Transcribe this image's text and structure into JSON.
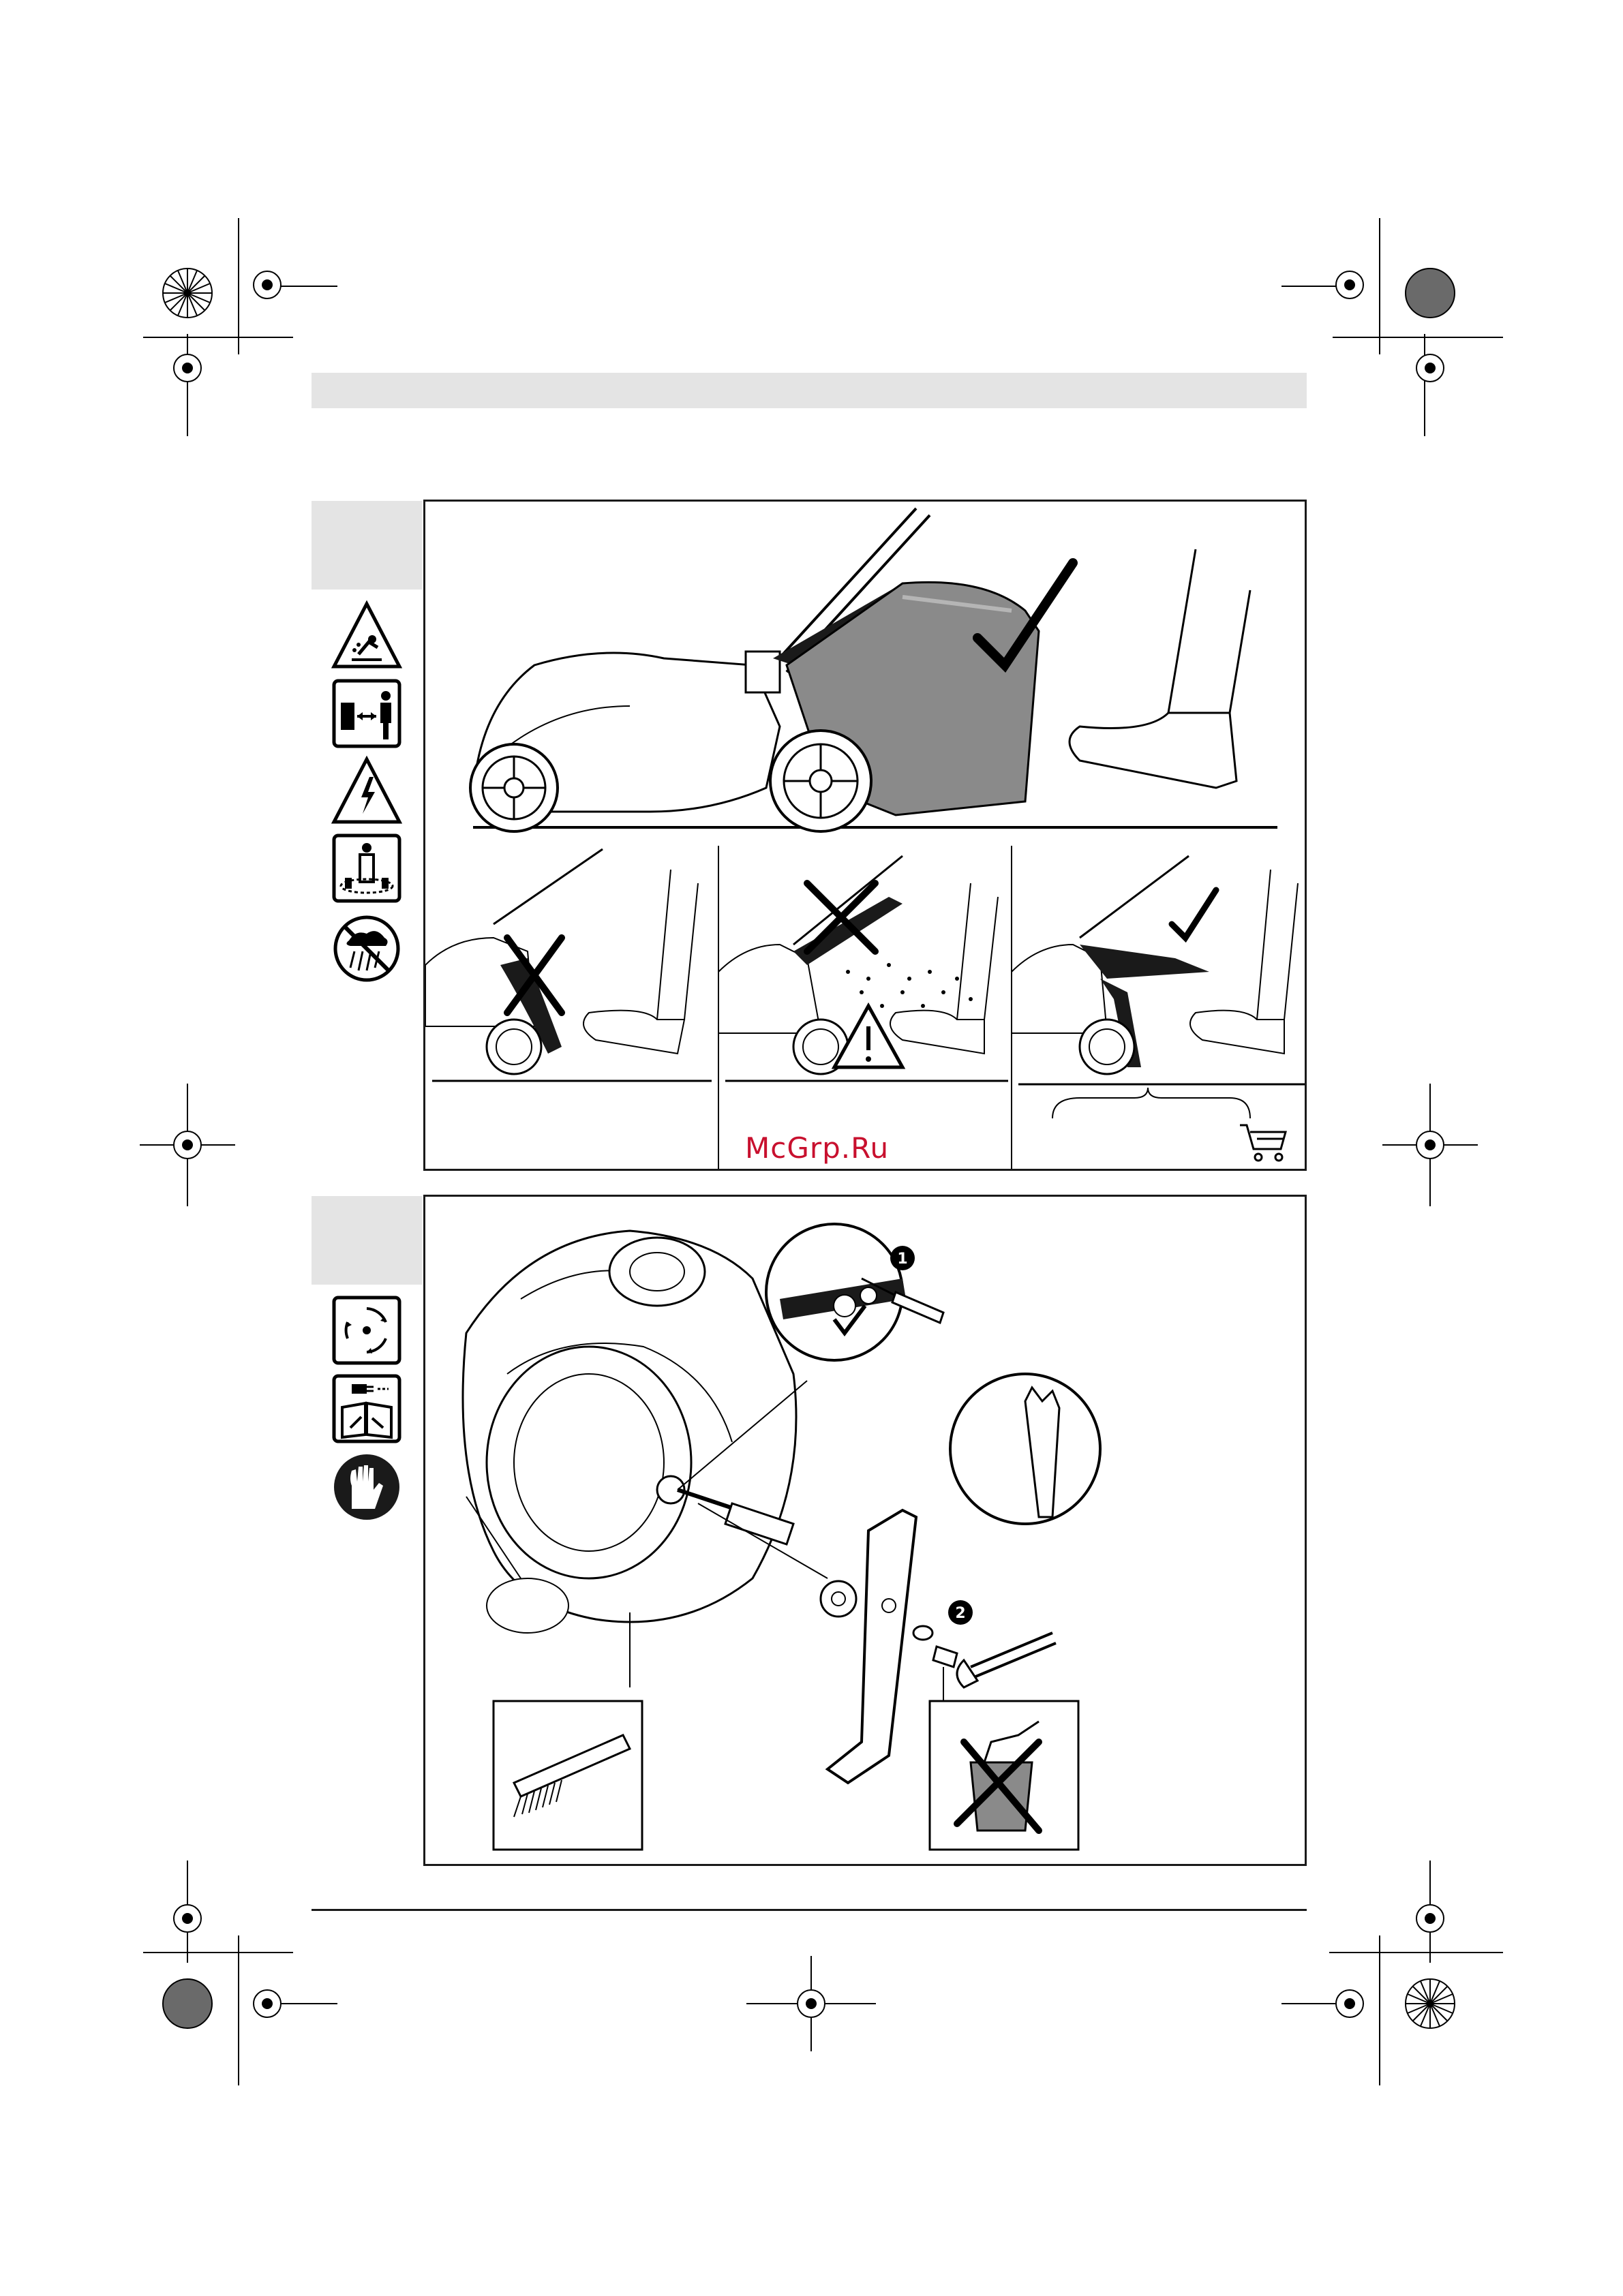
{
  "page": {
    "watermark": "McGrp.Ru"
  },
  "figure_top": {
    "checkmark_main": "correct",
    "subpanels": [
      {
        "status": "incorrect"
      },
      {
        "status": "warning"
      },
      {
        "status": "correct"
      }
    ]
  },
  "safety_icons_top": [
    {
      "icon": "thrown-objects-warning-icon"
    },
    {
      "icon": "keep-distance-icon"
    },
    {
      "icon": "electric-shock-warning-icon"
    },
    {
      "icon": "bystanders-away-icon"
    },
    {
      "icon": "no-rain-icon"
    }
  ],
  "safety_icons_bottom": [
    {
      "icon": "rotating-blade-icon"
    },
    {
      "icon": "unplug-read-manual-icon"
    },
    {
      "icon": "wear-gloves-icon"
    }
  ],
  "figure_bottom": {
    "step_1": "1",
    "step_2": "2"
  },
  "colors": {
    "tab_gray": "#e4e4e4",
    "line": "#1a1a1a",
    "watermark": "#c8102e",
    "grassbox": "#8a8a8a"
  }
}
